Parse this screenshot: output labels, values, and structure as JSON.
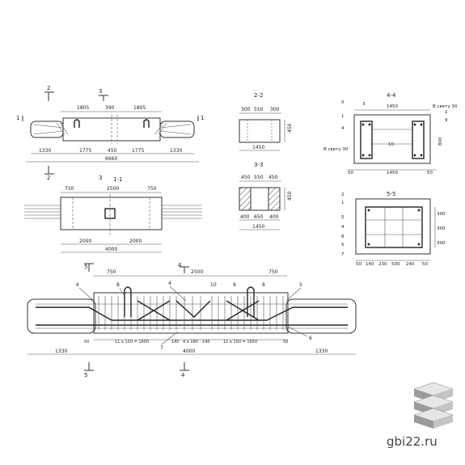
{
  "watermark": "gbi22.ru",
  "top_view": {
    "cut_marks": [
      "2",
      "3",
      "1"
    ],
    "dims_top": [
      "1805",
      "390",
      "1805"
    ],
    "dims_bottom": [
      "1330",
      "1775",
      "450",
      "1775",
      "1330"
    ],
    "overall": "6660"
  },
  "sec_2": {
    "title": "2-2",
    "dims_top": [
      "300",
      "550",
      "300"
    ],
    "dims_bottom": [
      "1450"
    ],
    "height": "450"
  },
  "sec_3": {
    "title": "3-3",
    "dims_top": [
      "450",
      "550",
      "450"
    ],
    "dims_bottom": [
      "400",
      "650",
      "400"
    ],
    "overall": "1450",
    "height": "450"
  },
  "sec_4": {
    "title": "4-4",
    "top": "1450",
    "dims_bottom": [
      "50",
      "1450",
      "50"
    ],
    "leader1": "В свету 30",
    "leader2": "В свету 30",
    "side": "800",
    "callouts": [
      "0",
      "3",
      "1",
      "4",
      "10",
      "9",
      "2"
    ]
  },
  "sec_1": {
    "title": "1-1",
    "dims_top": [
      "750",
      "2500",
      "750"
    ],
    "dims_bottom": [
      "2000",
      "2000"
    ],
    "overall": "4000"
  },
  "sec_5": {
    "title": "5-5",
    "callouts": [
      "2",
      "1",
      "5",
      "4",
      "8",
      "5",
      "7"
    ],
    "dims_right": [
      "300",
      "300",
      "300"
    ],
    "dims_bottom": [
      "50",
      "140",
      "230",
      "500",
      "240",
      "50"
    ]
  },
  "detail": {
    "cut_marks": [
      "5",
      "4",
      "5",
      "4"
    ],
    "dims_top": [
      "750",
      "2500",
      "750"
    ],
    "callouts": [
      "6",
      "8",
      "4",
      "10",
      "9",
      "8",
      "5",
      "7",
      "6"
    ],
    "dims_mid": [
      "50",
      "11 x 150 = 1650",
      "140",
      "4 x 180",
      "140",
      "11 x 150 = 1650",
      "50"
    ],
    "overall": "4000",
    "ends": [
      "1330",
      "1330"
    ]
  }
}
